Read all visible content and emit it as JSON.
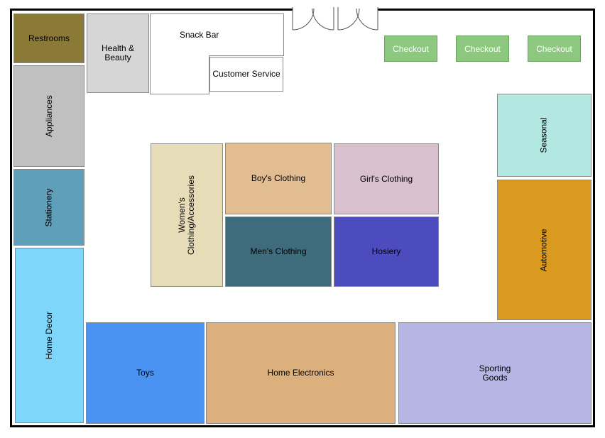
{
  "floor_plan": {
    "departments": {
      "restrooms": "Restrooms",
      "appliances": "Appliances",
      "stationery": "Stationery",
      "home_decor": "Home Decor",
      "health_beauty": "Health &\nBeauty",
      "snack_bar": "Snack Bar",
      "customer_service": "Customer Service",
      "womens_clothing": "Women's\nClothing/Accessories",
      "boys_clothing": "Boy's Clothing",
      "girls_clothing": "Girl's Clothing",
      "mens_clothing": "Men's Clothing",
      "hosiery": "Hosiery",
      "seasonal": "Seasonal",
      "automotive": "Automotive",
      "toys": "Toys",
      "home_electronics": "Home Electronics",
      "sporting_goods": "Sporting\nGoods"
    },
    "checkouts": [
      "Checkout",
      "Checkout",
      "Checkout"
    ],
    "colors": {
      "restrooms": "#8b7a37",
      "appliances": "#c0c0c0",
      "stationery": "#5f9fba",
      "home_decor": "#7fd6fb",
      "health_beauty": "#d6d6d6",
      "womens_clothing": "#e6dcb8",
      "boys_clothing": "#e2bd92",
      "girls_clothing": "#d8c0cf",
      "mens_clothing": "#3e6c7c",
      "hosiery": "#4d4cbf",
      "seasonal": "#b3e8e2",
      "automotive": "#d99a1f",
      "toys": "#4a93f2",
      "home_electronics": "#dbb07c",
      "sporting_goods": "#b6b6e4",
      "checkout": "#8cc97f"
    }
  }
}
